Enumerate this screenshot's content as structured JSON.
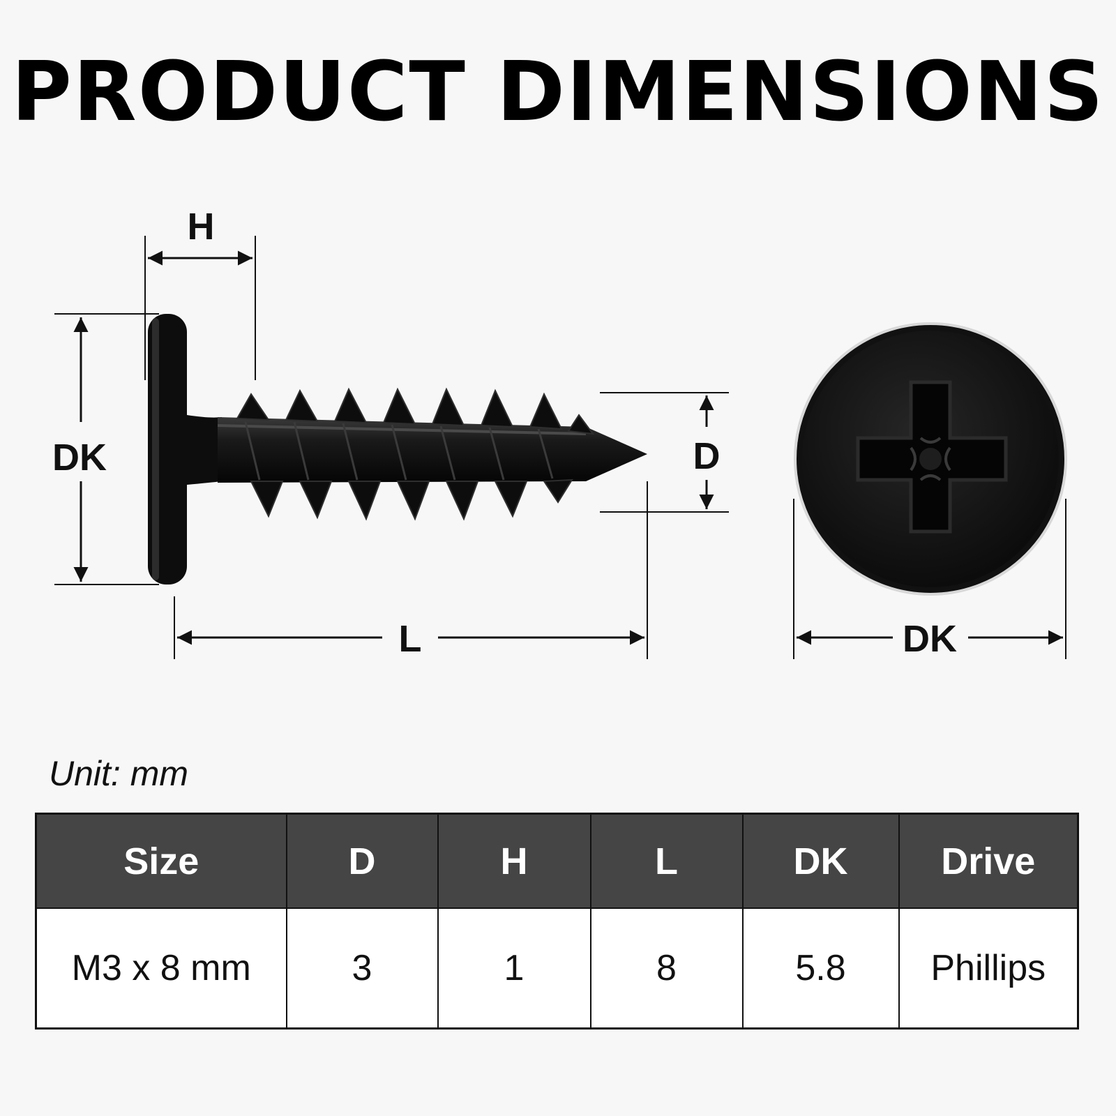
{
  "title": "PRODUCT DIMENSIONS",
  "diagram": {
    "side_view": {
      "head_height_label": "H",
      "head_diameter_label": "DK",
      "thread_diameter_label": "D",
      "length_label": "L"
    },
    "top_view": {
      "head_diameter_label": "DK",
      "drive_icon": "phillips-cross-icon"
    },
    "colors": {
      "screw": "#0d0d0d",
      "dimension_line": "#111111",
      "table_header_bg": "#454545",
      "background": "#f7f7f7"
    }
  },
  "unit": "Unit: mm",
  "table": {
    "headers": [
      "Size",
      "D",
      "H",
      "L",
      "DK",
      "Drive"
    ],
    "rows": [
      [
        "M3 x 8 mm",
        "3",
        "1",
        "8",
        "5.8",
        "Phillips"
      ]
    ]
  }
}
